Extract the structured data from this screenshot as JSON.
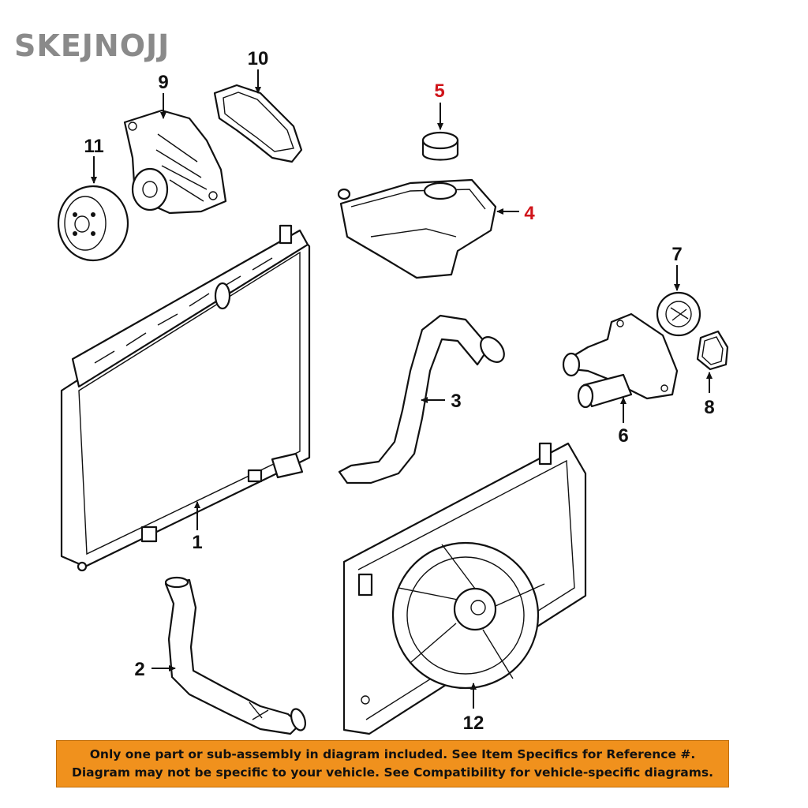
{
  "brand": "SKEJNOJJ",
  "colors": {
    "callout_default": "#111111",
    "callout_highlight": "#d0141a",
    "banner_background": "#f0911d"
  },
  "callouts": [
    {
      "id": "1",
      "label": "1",
      "highlighted": false
    },
    {
      "id": "2",
      "label": "2",
      "highlighted": false
    },
    {
      "id": "3",
      "label": "3",
      "highlighted": false
    },
    {
      "id": "4",
      "label": "4",
      "highlighted": true
    },
    {
      "id": "5",
      "label": "5",
      "highlighted": true
    },
    {
      "id": "6",
      "label": "6",
      "highlighted": false
    },
    {
      "id": "7",
      "label": "7",
      "highlighted": false
    },
    {
      "id": "8",
      "label": "8",
      "highlighted": false
    },
    {
      "id": "9",
      "label": "9",
      "highlighted": false
    },
    {
      "id": "10",
      "label": "10",
      "highlighted": false
    },
    {
      "id": "11",
      "label": "11",
      "highlighted": false
    },
    {
      "id": "12",
      "label": "12",
      "highlighted": false
    }
  ],
  "notice": {
    "line1": "Only one part or sub-assembly in diagram included. See Item Specifics for Reference #.",
    "line2": "Diagram may not be specific to your vehicle. See Compatibility for vehicle-specific diagrams."
  }
}
